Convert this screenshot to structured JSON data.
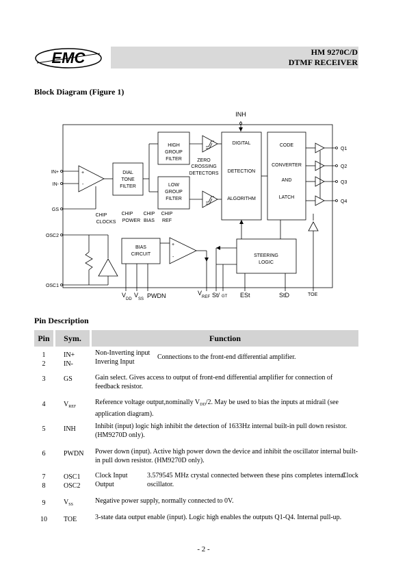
{
  "header": {
    "logo_text": "EMC",
    "title": "HM 9270C/D",
    "subtitle": "DTMF RECEIVER"
  },
  "block_diagram": {
    "heading": "Block Diagram  (Figure 1)",
    "labels": {
      "inh": "INH",
      "in_plus": "IN+",
      "in_minus": "IN-",
      "gs": "GS",
      "osc2": "OSC2",
      "osc1": "OSC1",
      "q1": "Q1",
      "q2": "Q2",
      "q3": "Q3",
      "q4": "Q4",
      "dial_tone_filter": [
        "DIAL",
        "TONE",
        "FILTER"
      ],
      "high_group_filter": [
        "HIGH",
        "GROUP",
        "FILTER"
      ],
      "low_group_filter": [
        "LOW",
        "GROUP",
        "FILTER"
      ],
      "zero_crossing": [
        "ZERO",
        "CROSSING",
        "DETECTORS"
      ],
      "digital_detection": [
        "DIGITAL",
        "DETECTION",
        "ALGORITHM"
      ],
      "code_converter": [
        "CODE",
        "CONVERTER",
        "AND",
        "LATCH"
      ],
      "chip_clocks": [
        "CHIP",
        "CLOCKS"
      ],
      "chip_power": [
        "CHIP",
        "POWER"
      ],
      "chip_bias": [
        "CHIP",
        "BIAS"
      ],
      "chip_ref": [
        "CHIP",
        "REF"
      ],
      "bias_circuit": [
        "BIAS",
        "CIRCUIT"
      ],
      "steering_logic": [
        "STEERING",
        "LOGIC"
      ],
      "vdd": "V",
      "vdd_sub": "DD",
      "vss": "V",
      "vss_sub": "SS",
      "pwdn": "PWDN",
      "vref": "V",
      "vref_sub": "REF",
      "st_gt": "St/",
      "st_gt_sub": "GT",
      "est": "ESt",
      "std": "StD",
      "toe": "TOE",
      "plus": "+",
      "minus": "-"
    }
  },
  "pin_description": {
    "heading": "Pin Description",
    "columns": [
      "Pin",
      "Sym.",
      "Function"
    ],
    "rows": [
      {
        "pins": [
          "1",
          "2"
        ],
        "syms": [
          "IN+",
          "IN-"
        ],
        "fn_left": [
          "Non-Inverting input",
          "Invering Input"
        ],
        "fn": "Connections to the front-end differential amplifier."
      },
      {
        "pins": [
          "3"
        ],
        "syms": [
          "GS"
        ],
        "fn": "Gain select.   Gives access to output of front-end differential amplifier for connection of feedback resistor."
      },
      {
        "pins": [
          "4"
        ],
        "sym_main": "V",
        "sym_sub": "REF",
        "fn_a": "Reference voltage output,nominally V",
        "fn_sub": "DD",
        "fn_b": "/2. May be used to bias the inputs at midrail (see application diagram)."
      },
      {
        "pins": [
          "5"
        ],
        "syms": [
          "INH"
        ],
        "fn": "Inhibit (input) logic high inhibit the detection of 1633Hz internal built-in pull down resistor. (HM9270D only)."
      },
      {
        "pins": [
          "6"
        ],
        "syms": [
          "PWDN"
        ],
        "fn": "Power down (input). Active high power down the device and inhibit the oscillator internal built-in pull down resistor. (HM9270D only)."
      },
      {
        "pins": [
          "7",
          "8"
        ],
        "syms": [
          "OSC1",
          "OSC2"
        ],
        "fn_left": [
          "Clock Input",
          "Output"
        ],
        "fn": "3.579545 MHz crystal connected between these pins completes internal oscillator.",
        "fn_extra": "Clock"
      },
      {
        "pins": [
          "9"
        ],
        "sym_main": "V",
        "sym_sub": "SS",
        "fn": "Negative power supply, normally connected to 0V."
      },
      {
        "pins": [
          "10"
        ],
        "syms": [
          "TOE"
        ],
        "fn": "3-state data output enable (input). Logic high enables the outputs Q1-Q4.  Internal pull-up."
      }
    ]
  },
  "page_number": "- 2 -"
}
